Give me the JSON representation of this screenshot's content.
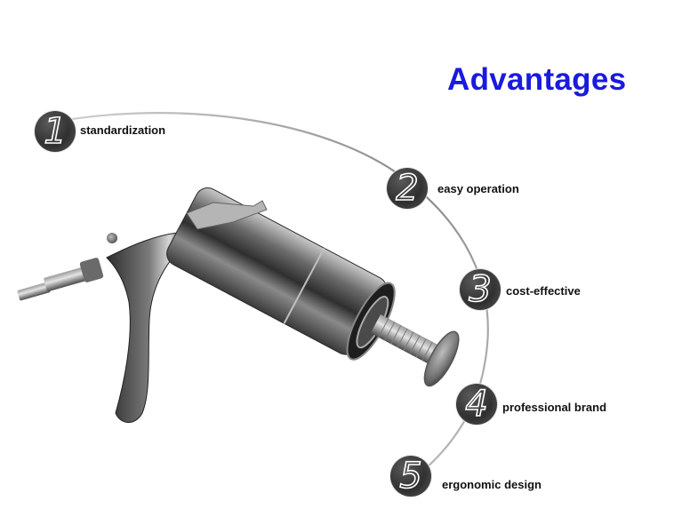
{
  "title": "Advantages",
  "colors": {
    "title": "#1a1adf",
    "badge": "#2e2e2e",
    "arc": "#9a9a9a",
    "label": "#111111"
  },
  "product": {
    "name": "syringe-illustration"
  },
  "advantages": [
    {
      "number": "1",
      "label": "standardization"
    },
    {
      "number": "2",
      "label": "easy operation"
    },
    {
      "number": "3",
      "label": "cost-effective"
    },
    {
      "number": "4",
      "label": "professional brand"
    },
    {
      "number": "5",
      "label": "ergonomic design"
    }
  ]
}
